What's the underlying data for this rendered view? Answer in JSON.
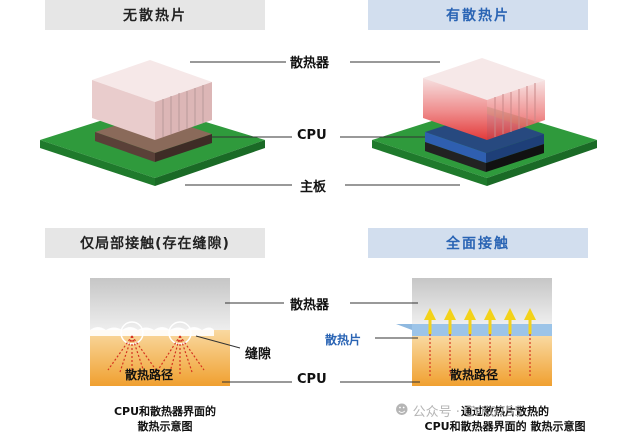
{
  "headers": {
    "no_pad": "无散热片",
    "with_pad": "有散热片",
    "partial": "仅局部接触(存在缝隙)",
    "full": "全面接触"
  },
  "labels": {
    "heatsink": "散热器",
    "cpu": "CPU",
    "motherboard": "主板",
    "heatsink2": "散热器",
    "gap": "缝隙",
    "cpu2": "CPU",
    "thermal_pad": "散热片",
    "path_left": "散热路径",
    "path_right": "散热路径"
  },
  "captions": {
    "left": [
      "CPU和散热器界面的",
      "散热示意图"
    ],
    "right": [
      "通过散热片散热的",
      "CPU和散热器界面的 散热示意图"
    ]
  },
  "watermark": "公众号 · CYK0755",
  "colors": {
    "board": "#2f9a3c",
    "heatsink": "#f2dede",
    "heat_red": "#e23a3a",
    "pad_blue": "#2f5fb0",
    "cpu_orange": "#f6b450",
    "accent_blue": "#2a64b4"
  }
}
